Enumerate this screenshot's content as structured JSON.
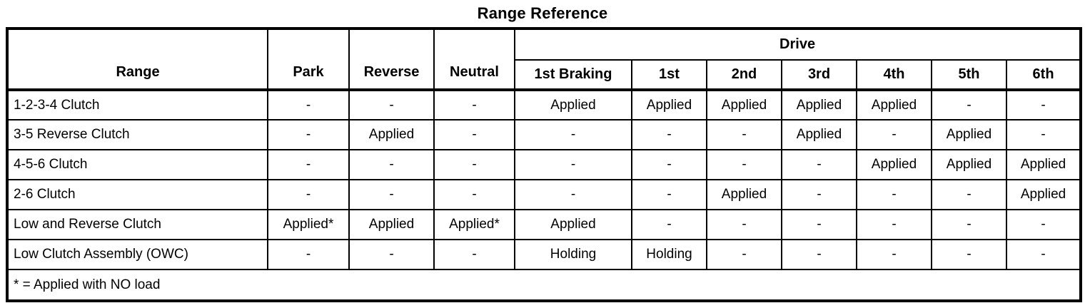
{
  "title": "Range Reference",
  "table": {
    "corner_header": "Range",
    "top_headers": [
      "Park",
      "Reverse",
      "Neutral"
    ],
    "drive_header": "Drive",
    "drive_sub_headers": [
      "1st Braking",
      "1st",
      "2nd",
      "3rd",
      "4th",
      "5th",
      "6th"
    ],
    "rows": [
      {
        "label": "1-2-3-4 Clutch",
        "cells": [
          "-",
          "-",
          "-",
          "Applied",
          "Applied",
          "Applied",
          "Applied",
          "Applied",
          "-",
          "-"
        ]
      },
      {
        "label": "3-5 Reverse Clutch",
        "cells": [
          "-",
          "Applied",
          "-",
          "-",
          "-",
          "-",
          "Applied",
          "-",
          "Applied",
          "-"
        ]
      },
      {
        "label": "4-5-6 Clutch",
        "cells": [
          "-",
          "-",
          "-",
          "-",
          "-",
          "-",
          "-",
          "Applied",
          "Applied",
          "Applied"
        ]
      },
      {
        "label": "2-6 Clutch",
        "cells": [
          "-",
          "-",
          "-",
          "-",
          "-",
          "Applied",
          "-",
          "-",
          "-",
          "Applied"
        ]
      },
      {
        "label": "Low and Reverse Clutch",
        "cells": [
          "Applied*",
          "Applied",
          "Applied*",
          "Applied",
          "-",
          "-",
          "-",
          "-",
          "-",
          "-"
        ]
      },
      {
        "label": "Low Clutch Assembly (OWC)",
        "cells": [
          "-",
          "-",
          "-",
          "Holding",
          "Holding",
          "-",
          "-",
          "-",
          "-",
          "-"
        ]
      }
    ],
    "footnote": "* = Applied with NO load",
    "colors": {
      "border": "#000000",
      "text": "#000000",
      "background": "#ffffff"
    }
  }
}
